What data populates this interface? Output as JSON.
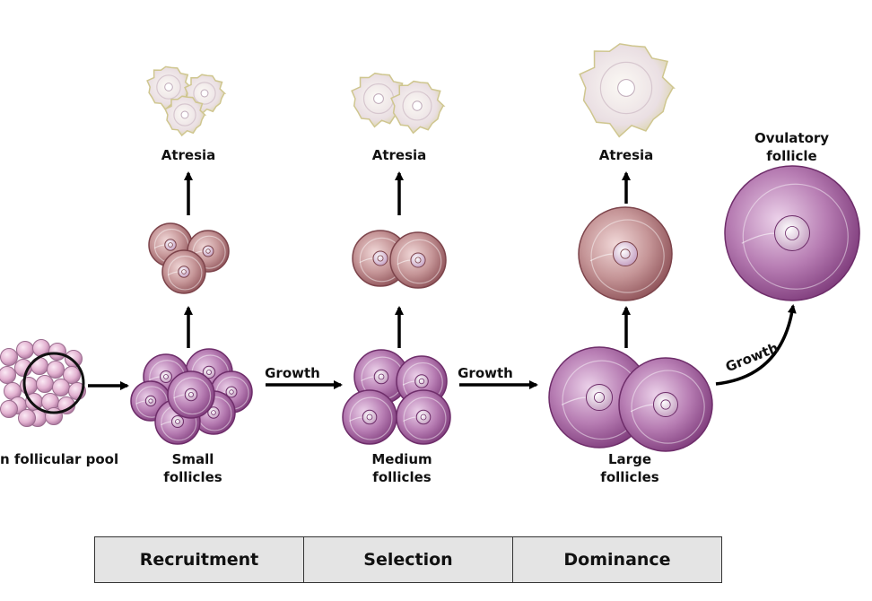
{
  "labels": {
    "pool": "n follicular pool",
    "small": [
      "Small",
      "follicles"
    ],
    "medium": [
      "Medium",
      "follicles"
    ],
    "large": [
      "Large",
      "follicles"
    ],
    "ovulatory": [
      "Ovulatory",
      "follicle"
    ],
    "atresia": "Atresia",
    "growth": "Growth"
  },
  "phases": [
    "Recruitment",
    "Selection",
    "Dominance"
  ],
  "colors": {
    "pool": "#e8bcd9",
    "small_growing": "#a768a3",
    "atretic_pink": "#b77b82",
    "dominant_purple": "#9b4f96",
    "atresia_cream": "#ece6bd",
    "arrow": "#000000",
    "phase_bar": "#e4e4e4"
  }
}
